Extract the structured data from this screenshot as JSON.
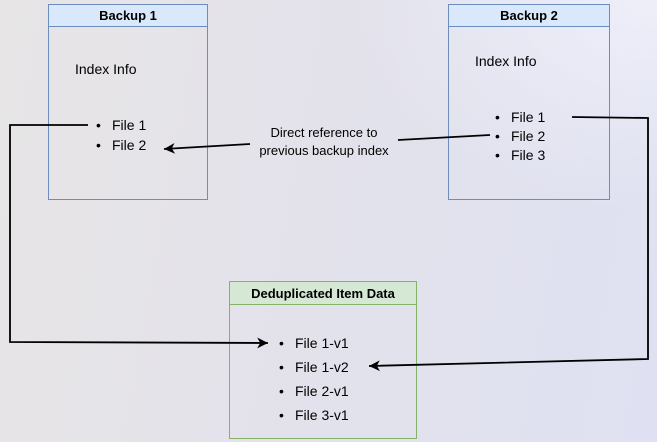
{
  "diagram": {
    "backup1": {
      "title": "Backup 1",
      "subtitle": "Index Info",
      "items": [
        "File 1",
        "File 2"
      ]
    },
    "backup2": {
      "title": "Backup 2",
      "subtitle": "Index Info",
      "items": [
        "File 1",
        "File 2",
        "File 3"
      ]
    },
    "dedup": {
      "title": "Deduplicated Item Data",
      "items": [
        "File 1-v1",
        "File 1-v2",
        "File 2-v1",
        "File 3-v1"
      ]
    },
    "annotation": {
      "line1": "Direct reference to",
      "line2": "previous backup index"
    },
    "colors": {
      "blue_header_fill": "#dae8fc",
      "blue_border": "#6c8ebf",
      "green_header_fill": "#d5e8d4",
      "green_border": "#82b366",
      "connector": "#000000",
      "background_left": "#e7e5e5",
      "background_right": "#dfe1f2"
    }
  }
}
